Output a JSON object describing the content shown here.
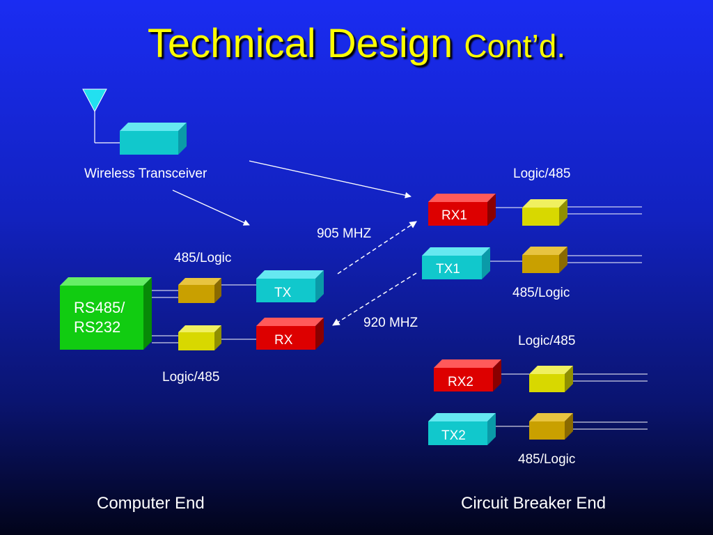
{
  "title": {
    "main": "Technical Design",
    "sub": "Cont’d."
  },
  "labels": {
    "wireless": "Wireless Transceiver",
    "logic485_top_right": "Logic/485",
    "freq_905": "905 MHZ",
    "freq_920": "920 MHZ",
    "logic_485_left_top": "485/Logic",
    "logic_485_right_tx1": "485/Logic",
    "logic485_right_rx2": "Logic/485",
    "logic485_left_bottom": "Logic/485",
    "logic_485_right_tx2": "485/Logic",
    "computer_end": "Computer End",
    "breaker_end": "Circuit Breaker End"
  },
  "boxes": {
    "rs_line1": "RS485/",
    "rs_line2": "RS232",
    "tx": "TX",
    "rx": "RX",
    "rx1": "RX1",
    "tx1": "TX1",
    "rx2": "RX2",
    "tx2": "TX2"
  },
  "colors": {
    "title": "#ffff00",
    "rx": "#dd0000",
    "tx": "#11c8cc",
    "converter": "#c9a000",
    "converter_bright": "#d8d800",
    "rs": "#11cc11"
  }
}
